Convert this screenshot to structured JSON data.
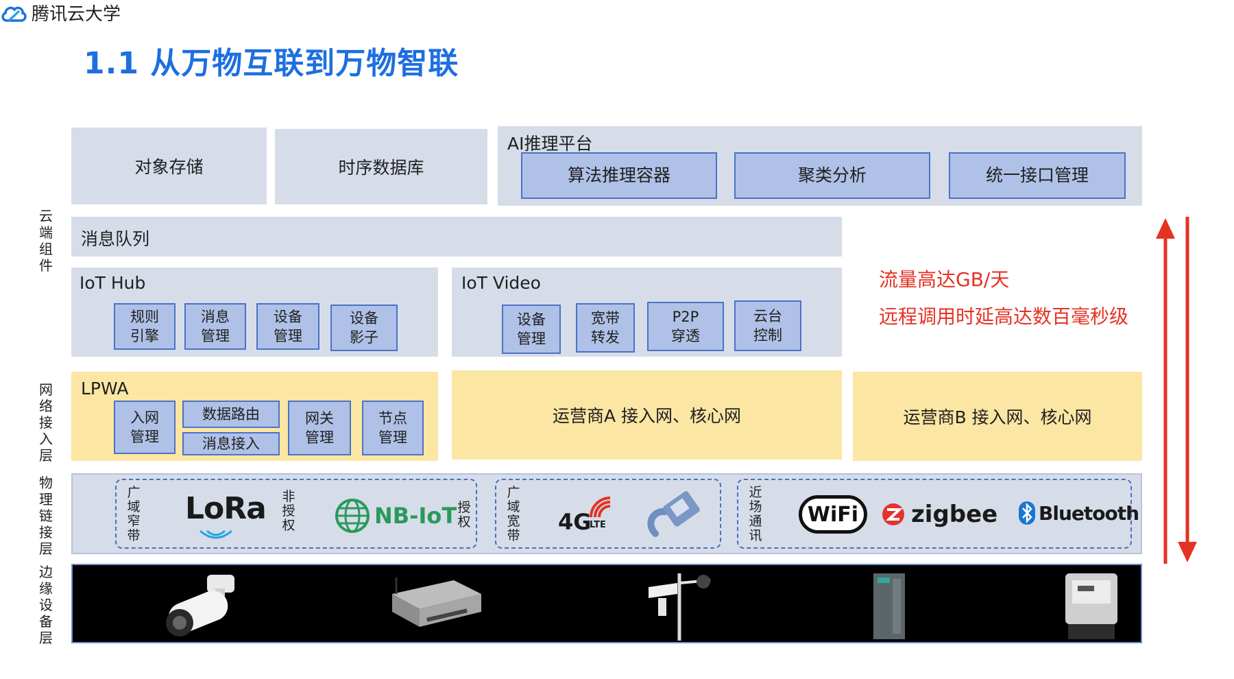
{
  "title": "1.1 从万物互联到万物智联",
  "brand": {
    "name": "腾讯云大学",
    "logo_icon": "cloud-logo-icon",
    "color": "#1d6fe0"
  },
  "side_labels": {
    "cloud": "云\n端\n组\n件",
    "network": "网\n络\n接\n入\n层",
    "physical": "物\n理\n链\n接\n层",
    "edge": "边\n缘\n设\n备\n层"
  },
  "cloud": {
    "object_storage": "对象存储",
    "tsdb": "时序数据库",
    "ai_platform": {
      "label": "AI推理平台",
      "items": [
        "算法推理容器",
        "聚类分析",
        "统一接口管理"
      ]
    },
    "message_queue": "消息队列",
    "iot_hub": {
      "label": "IoT Hub",
      "items": [
        "规则\n引擎",
        "消息\n管理",
        "设备\n管理",
        "设备\n影子"
      ]
    },
    "iot_video": {
      "label": "IoT Video",
      "items": [
        "设备\n管理",
        "宽带\n转发",
        "P2P\n穿透",
        "云台\n控制"
      ]
    }
  },
  "network": {
    "lpwa": {
      "label": "LPWA",
      "items": [
        "入网\n管理",
        "数据路由",
        "消息接入",
        "网关\n管理",
        "节点\n管理"
      ]
    },
    "operator_a": "运营商A 接入网、核心网",
    "operator_b": "运营商B 接入网、核心网"
  },
  "notes": {
    "line1": "流量高达GB/天",
    "line2": "远程调用时延高达数百毫秒级"
  },
  "physical": {
    "wan_narrow": "广\n域\n窄\n带",
    "unlicensed": "非\n授\n权",
    "licensed": "授\n权",
    "wan_broad": "广\n域\n宽\n带",
    "near_field": "近\n场\n通\n讯",
    "lora": "LoRa",
    "nbiot": "NB-IoT",
    "fourg": "4G",
    "lte": "LTE",
    "wifi": "WiFi",
    "zigbee": "zigbee",
    "bluetooth": "Bluetooth"
  },
  "edge_devices": [
    "camera-icon",
    "gateway-box-icon",
    "weather-station-icon",
    "plc-module-icon",
    "power-meter-icon"
  ],
  "colors": {
    "panel": "#d6dde9",
    "yellow": "#fbe6a4",
    "box_fill": "#afc1e6",
    "box_border": "#4a72c8",
    "red": "#e53222",
    "title_blue": "#1d6fe0"
  }
}
